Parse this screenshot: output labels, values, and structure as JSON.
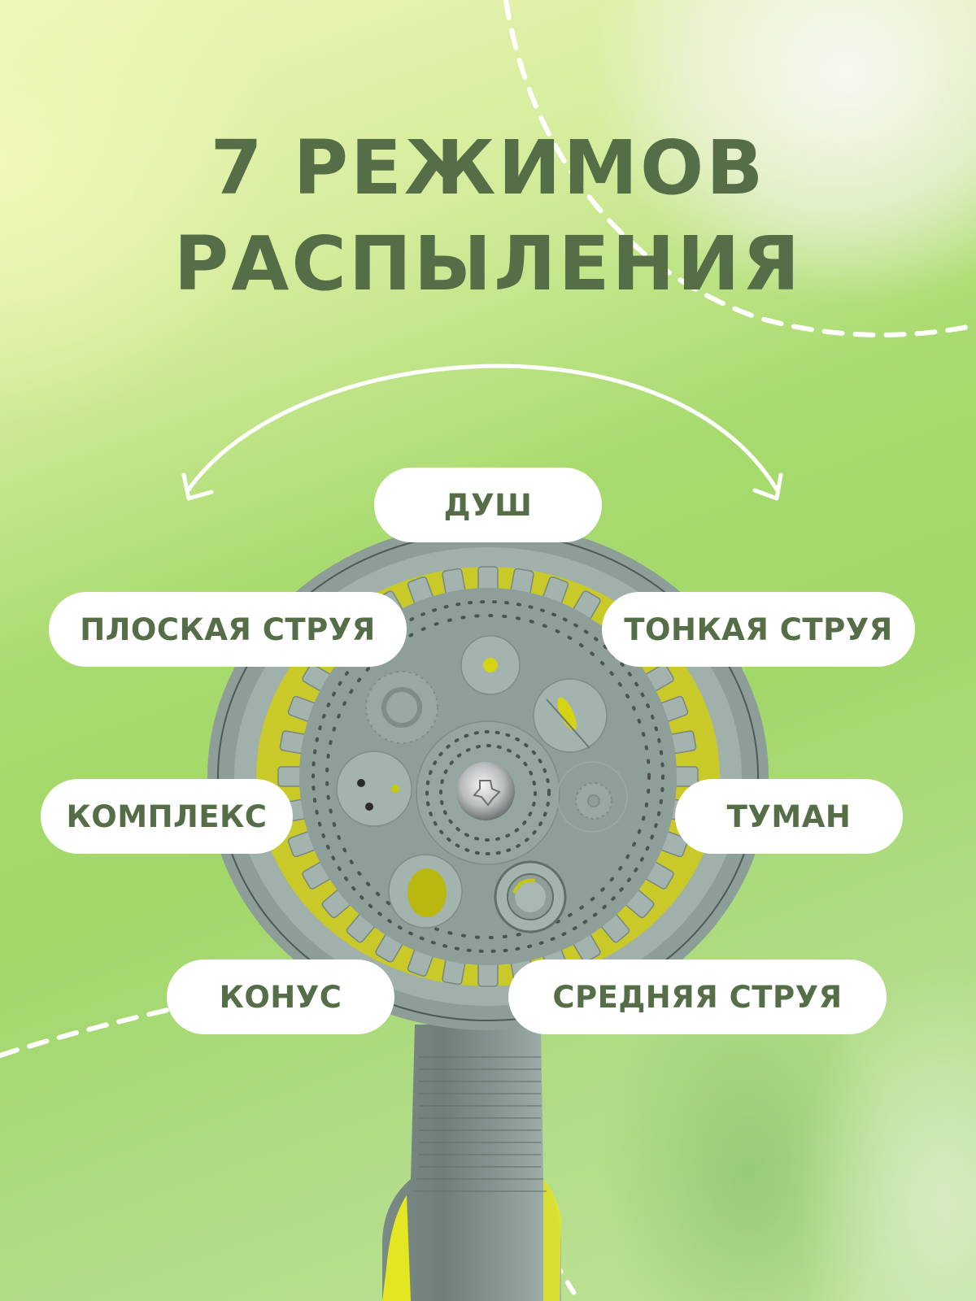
{
  "title": {
    "line1": "7 РЕЖИМОВ",
    "line2": "РАСПЫЛЕНИЯ"
  },
  "modes": [
    {
      "label": "ДУШ"
    },
    {
      "label": "ПЛОСКАЯ СТРУЯ"
    },
    {
      "label": "ТОНКАЯ СТРУЯ"
    },
    {
      "label": "КОМПЛЕКС"
    },
    {
      "label": "ТУМАН"
    },
    {
      "label": "КОНУС"
    },
    {
      "label": "СРЕДНЯЯ СТРУЯ"
    }
  ],
  "icons": {
    "rotation_arrow": "double-headed-curved-arrow-icon"
  },
  "colors": {
    "text": "#566e48",
    "pill_bg": "#ffffff",
    "nozzle_gray": "#8a9a95",
    "nozzle_light": "#9fb0aa",
    "accent_yellow": "#d6d60a",
    "background_green": "#a2d86a"
  }
}
